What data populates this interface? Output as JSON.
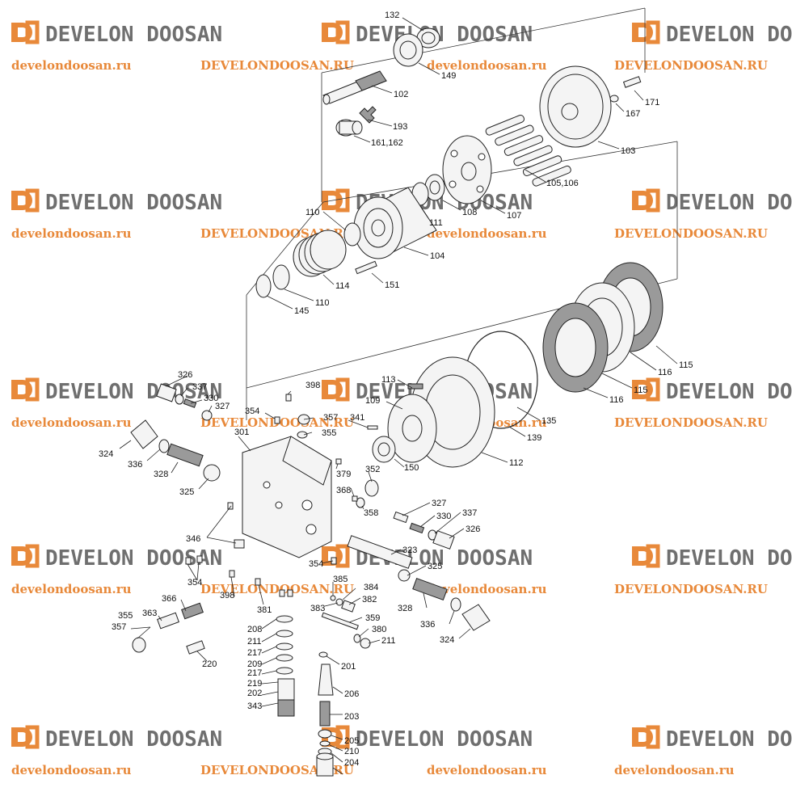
{
  "watermark": {
    "brand": "DEVELON DOOSAN",
    "url_lower": "develondoosan.ru",
    "url_upper": "DEVELONDOOSAN.RU",
    "brand_color": "#6f6f6f",
    "accent_color": "#e8893a"
  },
  "part_labels": [
    "132",
    "149",
    "102",
    "171",
    "167",
    "193",
    "161,162",
    "103",
    "105,106",
    "110",
    "111",
    "108",
    "107",
    "104",
    "151",
    "114",
    "110",
    "145",
    "115",
    "116",
    "115",
    "116",
    "326",
    "337",
    "330",
    "327",
    "398",
    "113",
    "109",
    "135",
    "139",
    "324",
    "336",
    "328",
    "325",
    "354",
    "357",
    "341",
    "355",
    "301",
    "150",
    "112",
    "352",
    "379",
    "368",
    "358",
    "327",
    "330",
    "337",
    "326",
    "346",
    "323",
    "354",
    "325",
    "354",
    "385",
    "384",
    "383",
    "382",
    "328",
    "336",
    "324",
    "366",
    "363",
    "355",
    "357",
    "398",
    "381",
    "359",
    "380",
    "211",
    "208",
    "211",
    "217",
    "209",
    "217",
    "219",
    "202",
    "343",
    "220",
    "201",
    "206",
    "203",
    "205",
    "210",
    "204"
  ]
}
